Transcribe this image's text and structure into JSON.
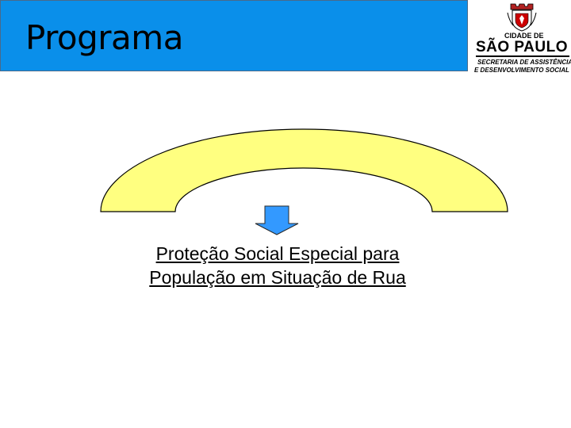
{
  "header": {
    "title": "Programa"
  },
  "logo": {
    "line1": "CIDADE DE",
    "line2": "SÃO PAULO",
    "line3": "SECRETARIA DE ASSISTÊNCIA",
    "line4": "E DESENVOLVIMENTO SOCIAL"
  },
  "diagram": {
    "arch_color": "#ffff80",
    "arrow_color": "#3399ff",
    "caption_line1": "Proteção Social Especial para",
    "caption_line2": "População em Situação de Rua"
  }
}
